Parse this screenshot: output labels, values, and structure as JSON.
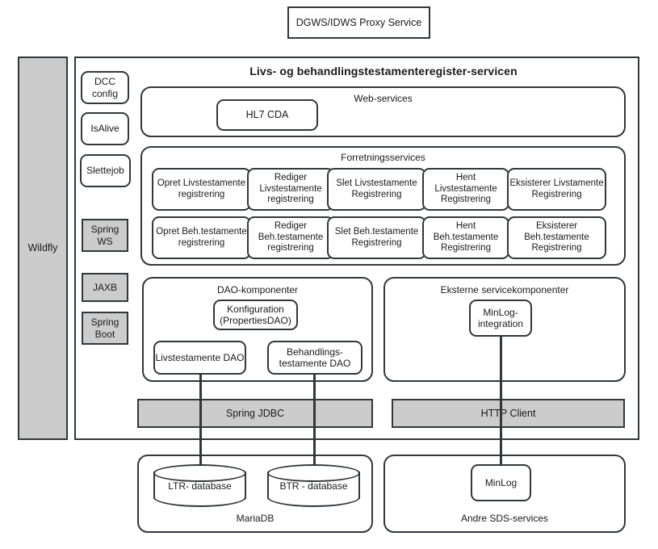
{
  "diagram": {
    "title": "Livs- og behandlingstestamenteregister-servicen",
    "proxy": {
      "label": "DGWS/IDWS Proxy Service"
    },
    "platform": {
      "label": "Wildfly"
    },
    "sidebar": {
      "round_items": [
        {
          "label": "DCC config"
        },
        {
          "label": "IsAlive"
        },
        {
          "label": "Slettejob"
        }
      ],
      "gray_items": [
        {
          "label": "Spring WS"
        },
        {
          "label": "JAXB"
        },
        {
          "label": "Spring Boot"
        }
      ]
    },
    "webservices": {
      "label": "Web-services",
      "items": [
        {
          "label": "HL7 CDA"
        }
      ]
    },
    "forretningsservices": {
      "label": "Forretningsservices",
      "row1": [
        {
          "label": "Opret Livstestamente registrering"
        },
        {
          "label": "Rediger Livstestamente registrering"
        },
        {
          "label": "Slet Livstestamente Registrering"
        },
        {
          "label": "Hent Livstestamente Registrering"
        },
        {
          "label": "Eksisterer Livstamente Registrering"
        }
      ],
      "row2": [
        {
          "label": "Opret Beh.testamente registrering"
        },
        {
          "label": "Rediger Beh.testamente registrering"
        },
        {
          "label": "Slet Beh.testamente Registrering"
        },
        {
          "label": "Hent Beh.testamente Registrering"
        },
        {
          "label": "Eksisterer Beh.testamente Registrering"
        }
      ]
    },
    "dao_components": {
      "label": "DAO-komponenter",
      "config": {
        "label": "Konfiguration (PropertiesDAO)"
      },
      "daos": [
        {
          "label": "Livstestamente DAO"
        },
        {
          "label": "Behandlings- testamente DAO"
        }
      ]
    },
    "external_components": {
      "label": "Eksterne servicekomponenter",
      "items": [
        {
          "label": "MinLog- integration"
        }
      ]
    },
    "access_bars": [
      {
        "label": "Spring JDBC"
      },
      {
        "label": "HTTP Client"
      }
    ],
    "datastore": {
      "label": "MariaDB",
      "databases": [
        {
          "label": "LTR- database"
        },
        {
          "label": "BTR - database"
        }
      ]
    },
    "external_services": {
      "label": "Andre SDS-services",
      "items": [
        {
          "label": "MinLog"
        }
      ]
    },
    "colors": {
      "stroke": "#33373a",
      "gray_fill": "#cccccc",
      "background": "#ffffff"
    }
  }
}
